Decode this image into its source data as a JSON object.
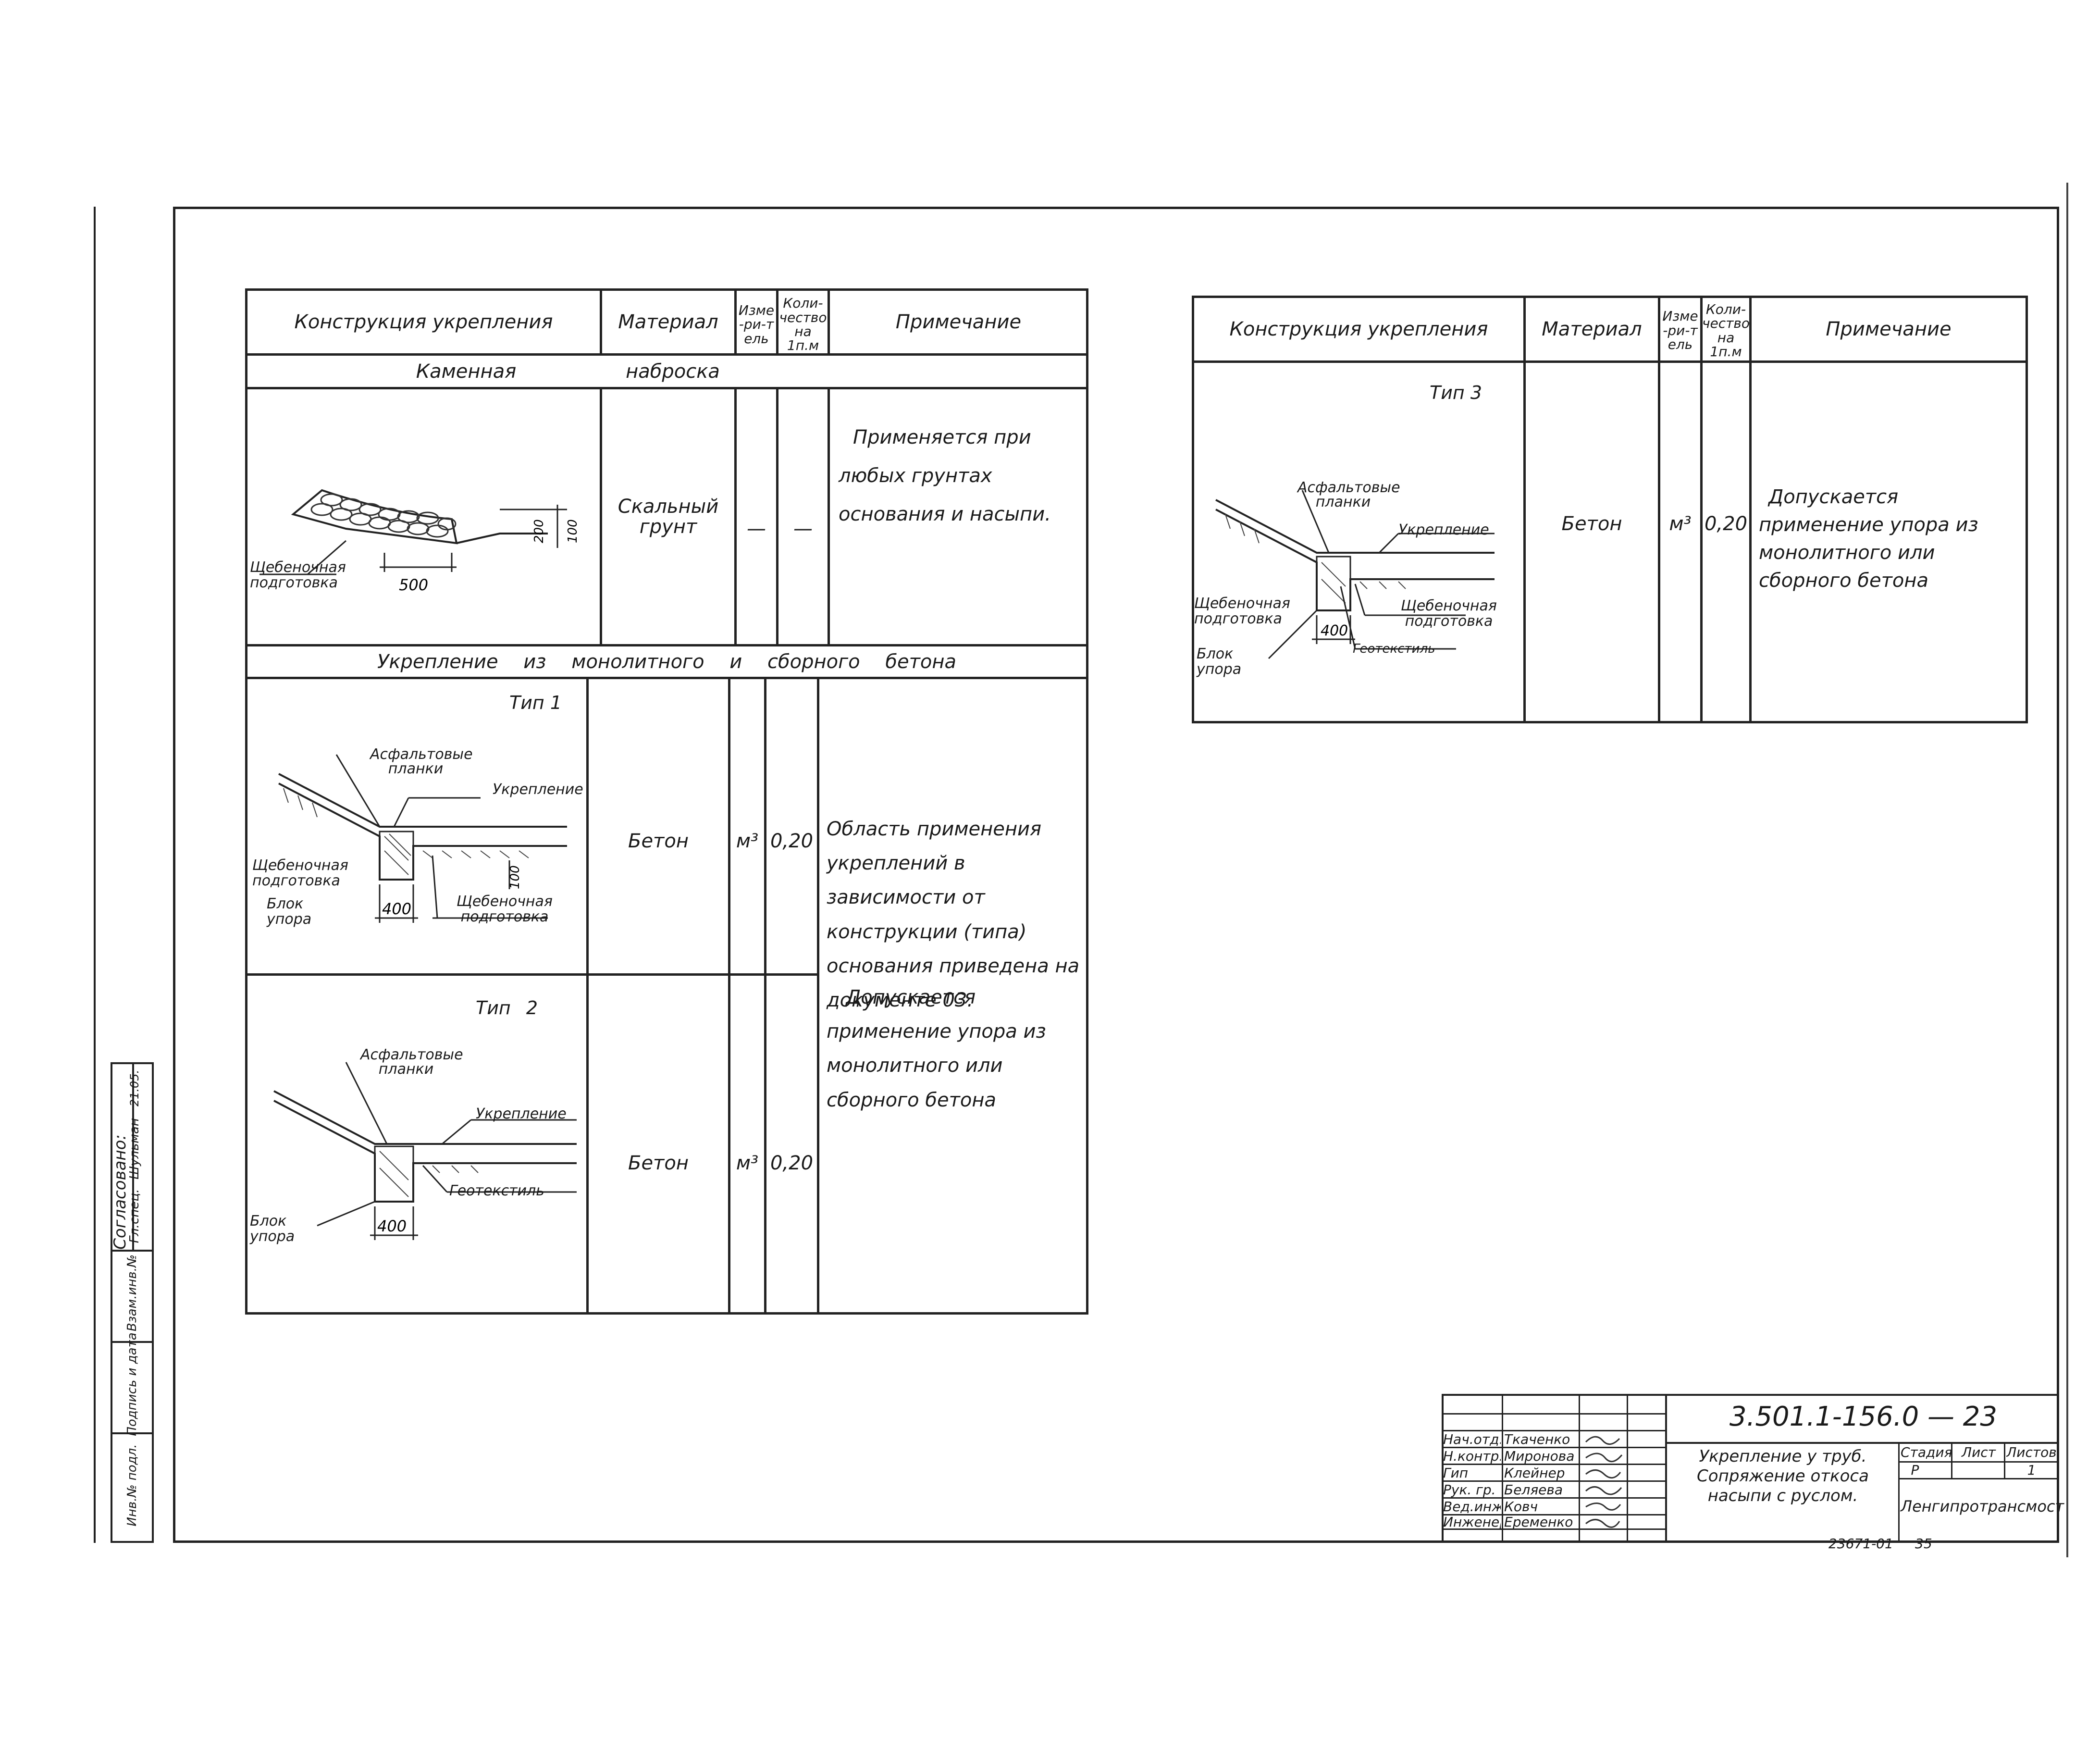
{
  "table1": {
    "headers": {
      "construction": "Конструкция укрепления",
      "material": "Материал",
      "unit": "Изме-ри-тель",
      "quantity": "Коли-чество на 1п.м",
      "note": "Примечание"
    },
    "section1_left": "Каменная",
    "section1_right": "наброска",
    "row1": {
      "material": "Скальный грунт",
      "unit": "—",
      "quantity": "—",
      "note": "Применяется при любых грунтах основания и насыпи.",
      "labels": {
        "base": "Щебеночная подготовка",
        "dim500": "500",
        "dim200": "200",
        "dim100": "100"
      }
    },
    "section2": "Укрепление из монолитного и сборного бетона",
    "type1": {
      "title": "Тип 1",
      "material": "Бетон",
      "unit": "м³",
      "quantity": "0,20",
      "labels": {
        "asphalt": "Асфальтовые планки",
        "reinforce": "Укрепление",
        "base_left": "Щебеночная подготовка",
        "block": "Блок упора",
        "dim400": "400",
        "dim100": "100",
        "base_right": "Щебеночная подготовка"
      }
    },
    "type2": {
      "title": "Тип 2",
      "material": "Бетон",
      "unit": "м³",
      "quantity": "0,20",
      "labels": {
        "asphalt": "Асфальтовые планки",
        "reinforce": "Укрепление",
        "geotextile": "Геотекстиль",
        "block": "Блок упора",
        "dim400": "400"
      }
    },
    "note_types": "Область применения укреплений в зависимости от конструкции (типа) основания приведена на документе 03.",
    "note_types2": "Допускается применение упора из монолитного или сборного бетона"
  },
  "table2": {
    "headers": {
      "construction": "Конструкция укрепления",
      "material": "Материал",
      "unit": "Изме-ри-тель",
      "quantity": "Коли-чество на 1п.м",
      "note": "Примечание"
    },
    "type3": {
      "title": "Тип 3",
      "material": "Бетон",
      "unit": "м³",
      "quantity": "0,20",
      "note": "Допускается применение упора из монолитного или сборного бетона",
      "labels": {
        "asphalt": "Асфальтовые планки",
        "reinforce": "Укрепление",
        "base_left": "Щебеночная подготовка",
        "base_right": "Щебеночная подготовка",
        "block": "Блок упора",
        "dim400": "400",
        "geotextile": "Геотекстиль"
      }
    }
  },
  "side_stamp": {
    "agreed": "Согласовано:",
    "gl_spec": "Гл.спец.",
    "gl_name": "Шульман",
    "date": "21.05.",
    "cells": [
      "Взам.инв.№",
      "Подпись и дата",
      "Инв.№ подл."
    ]
  },
  "title_block": {
    "code": "3.501.1-156.0 — 23",
    "title": "Укрепление у труб. Сопряжение откоса насыпи с руслом.",
    "stage_label": "Стадия",
    "sheet_label": "Лист",
    "sheets_label": "Листов",
    "stage": "Р",
    "sheets": "1",
    "org": "Ленгипротрансмост",
    "people": [
      {
        "role": "Нач.отд.",
        "name": "Ткаченко"
      },
      {
        "role": "Н.контр.",
        "name": "Миронова"
      },
      {
        "role": "Гип",
        "name": "Клейнер"
      },
      {
        "role": "Рук. гр.",
        "name": "Беляева"
      },
      {
        "role": "Вед.инж.",
        "name": "Ковч"
      },
      {
        "role": "Инженер",
        "name": "Еременко"
      }
    ]
  },
  "footer_number": "23671-01",
  "footer_page": "35"
}
